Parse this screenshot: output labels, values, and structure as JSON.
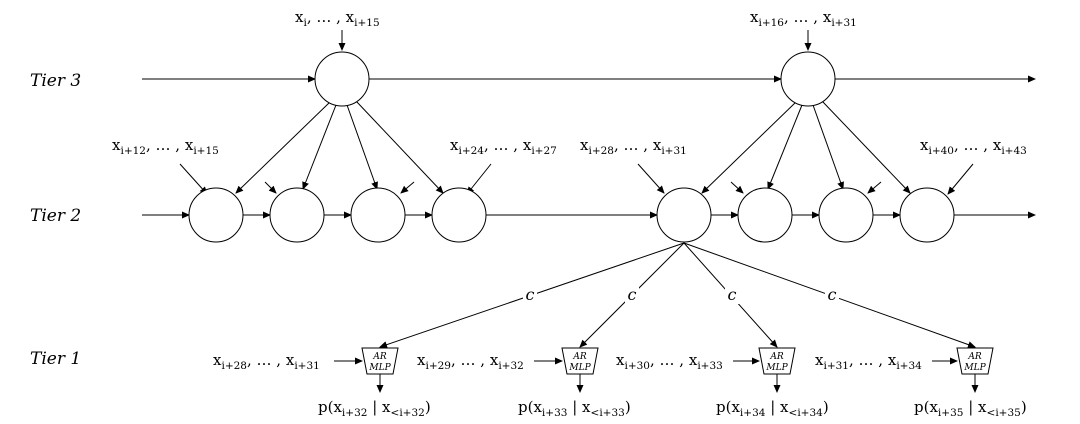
{
  "tiers": {
    "tier3": "Tier 3",
    "tier2": "Tier 2",
    "tier1": "Tier 1"
  },
  "tier3_inputs": [
    {
      "x": "x",
      "a": "i",
      "sep": ", … , ",
      "b": "i+15"
    },
    {
      "x": "x",
      "a": "i+16",
      "sep": ", … , ",
      "b": "i+31"
    }
  ],
  "tier2_inputs": [
    {
      "x": "x",
      "a": "i+12",
      "sep": ", … , ",
      "b": "i+15"
    },
    {
      "x": "x",
      "a": "i+24",
      "sep": ", … , ",
      "b": "i+27"
    },
    {
      "x": "x",
      "a": "i+28",
      "sep": ", … , ",
      "b": "i+31"
    },
    {
      "x": "x",
      "a": "i+40",
      "sep": ", … , ",
      "b": "i+43"
    }
  ],
  "conditioning_label": "c",
  "ar_block": {
    "line1": "AR",
    "line2": "MLP"
  },
  "tier1_inputs": [
    {
      "x": "x",
      "a": "i+28",
      "sep": ", … , ",
      "b": "i+31"
    },
    {
      "x": "x",
      "a": "i+29",
      "sep": ", … , ",
      "b": "i+32"
    },
    {
      "x": "x",
      "a": "i+30",
      "sep": ", … , ",
      "b": "i+33"
    },
    {
      "x": "x",
      "a": "i+31",
      "sep": ", … , ",
      "b": "i+34"
    }
  ],
  "tier1_outputs": [
    {
      "p": "p(x",
      "a": "i+32",
      "bar": " | x",
      "b": "<i+32",
      "close": ")"
    },
    {
      "p": "p(x",
      "a": "i+33",
      "bar": " | x",
      "b": "<i+33",
      "close": ")"
    },
    {
      "p": "p(x",
      "a": "i+34",
      "bar": " | x",
      "b": "<i+34",
      "close": ")"
    },
    {
      "p": "p(x",
      "a": "i+35",
      "bar": " | x",
      "b": "<i+35",
      "close": ")"
    }
  ]
}
